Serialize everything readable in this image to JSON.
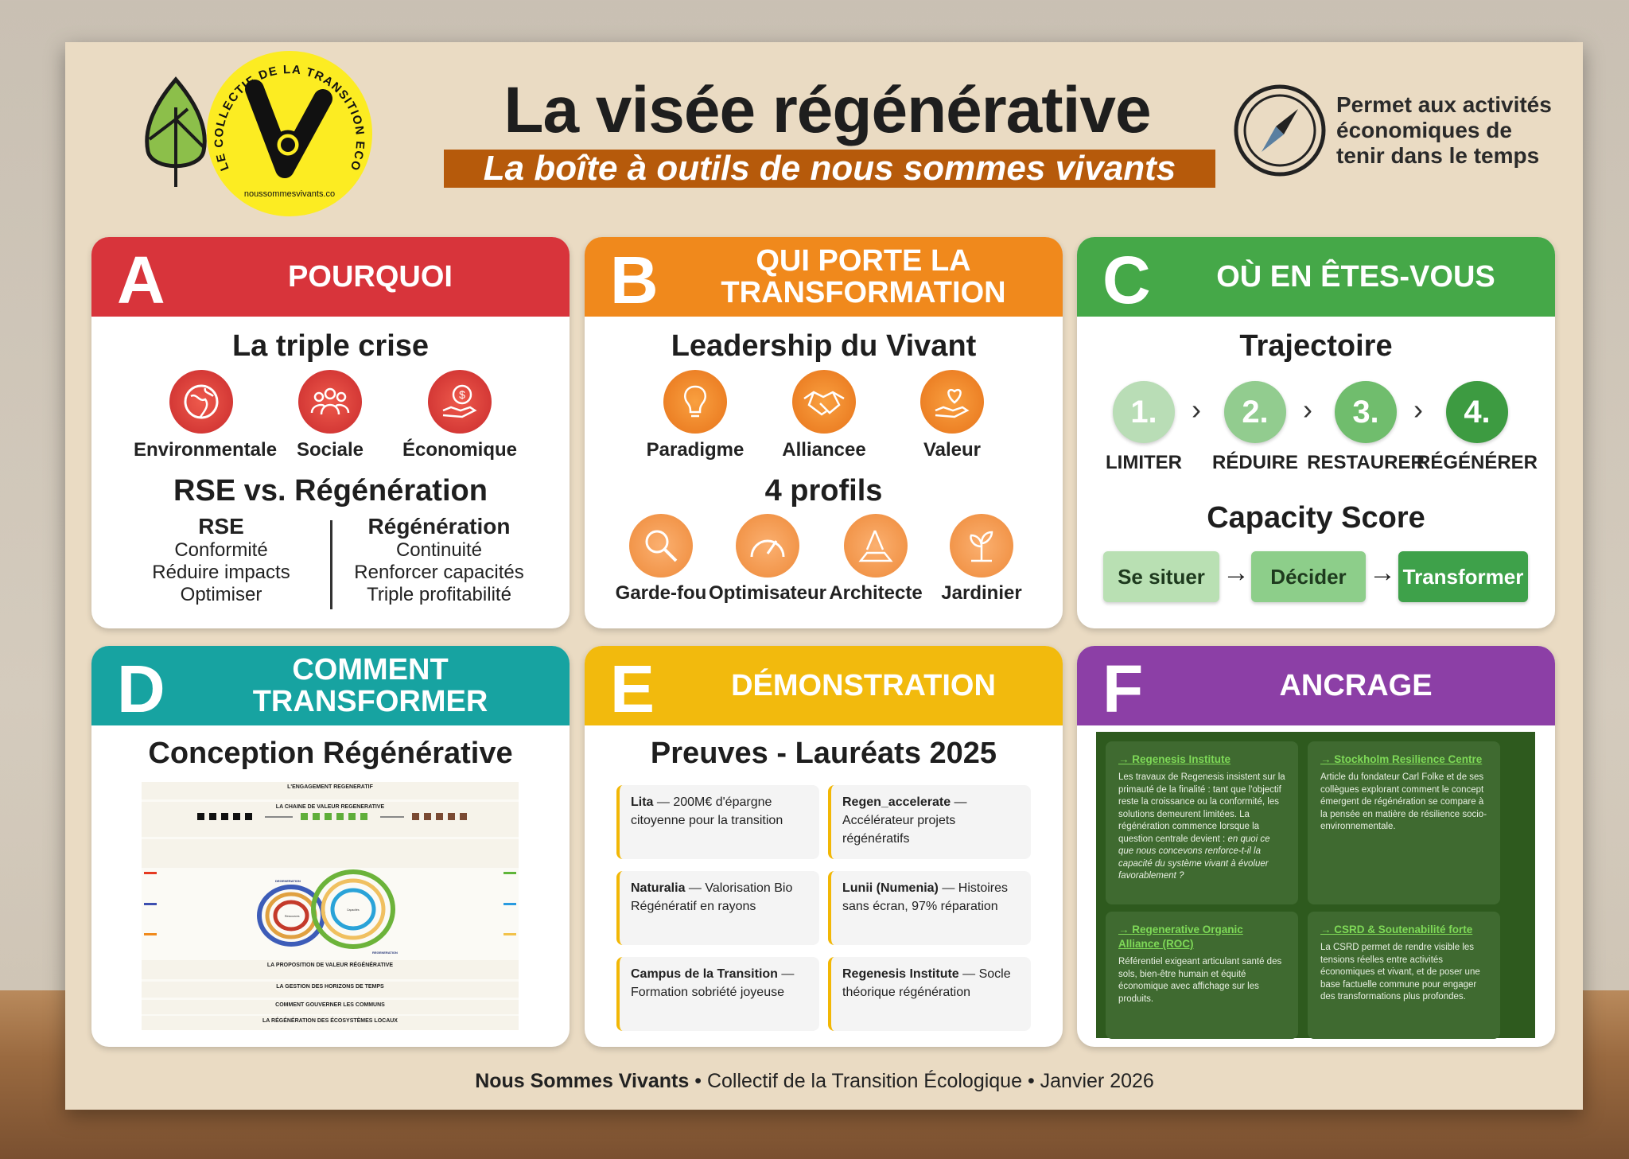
{
  "header": {
    "title": "La visée régénérative",
    "subtitle": "La boîte à outils de nous sommes vivants",
    "logo_ring_text": "LE COLLECTIF DE LA TRANSITION ECOLOGIQUE",
    "logo_url": "noussommesvivants.co",
    "tagline": [
      "Permet aux activités",
      "économiques de",
      "tenir dans le temps"
    ]
  },
  "colors": {
    "A": "#d8343b",
    "B": "#f0891c",
    "C": "#45a848",
    "D": "#17a3a1",
    "E": "#f2ba0d",
    "F": "#8c3fa6",
    "subtitle_bg": "#b65a0b",
    "logo_yellow": "#fcec22"
  },
  "panels": {
    "A": {
      "letter": "A",
      "title": "POURQUOI",
      "heading": "La triple crise",
      "icons": [
        {
          "label": "Environmentale",
          "icon": "globe-icon"
        },
        {
          "label": "Sociale",
          "icon": "people-icon"
        },
        {
          "label": "Économique",
          "icon": "money-hand-icon"
        }
      ],
      "heading2": "RSE vs. Régénération",
      "rse": {
        "title": "RSE",
        "items": [
          "Conformité",
          "Réduire impacts",
          "Optimiser"
        ]
      },
      "regen": {
        "title": "Régénération",
        "items": [
          "Continuité",
          "Renforcer capacités",
          "Triple profitabilité"
        ]
      }
    },
    "B": {
      "letter": "B",
      "title": "QUI PORTE LA TRANSFORMATION",
      "heading": "Leadership du Vivant",
      "icons": [
        {
          "label": "Paradigme",
          "icon": "lightbulb-icon"
        },
        {
          "label": "Alliancee",
          "icon": "handshake-icon"
        },
        {
          "label": "Valeur",
          "icon": "heart-hand-icon"
        }
      ],
      "heading2": "4 profils",
      "profiles": [
        {
          "label": "Garde-fou",
          "icon": "magnifier-icon"
        },
        {
          "label": "Optimisateur",
          "icon": "gauge-icon"
        },
        {
          "label": "Architecte",
          "icon": "architect-icon"
        },
        {
          "label": "Jardinier",
          "icon": "sprout-icon"
        }
      ]
    },
    "C": {
      "letter": "C",
      "title": "OÙ EN ÊTES-VOUS",
      "heading": "Trajectoire",
      "steps": [
        {
          "num": "1.",
          "label": "LIMITER"
        },
        {
          "num": "2.",
          "label": "RÉDUIRE"
        },
        {
          "num": "3.",
          "label": "RESTAURER"
        },
        {
          "num": "4.",
          "label": "RÉGÉNÉRER"
        }
      ],
      "heading2": "Capacity Score",
      "buttons": [
        "Se situer",
        "Décider",
        "Transformer"
      ]
    },
    "D": {
      "letter": "D",
      "title": "COMMENT TRANSFORMER",
      "heading": "Conception Régénérative",
      "diagram_sections": [
        "L'ENGAGEMENT REGENERATIF",
        "LA CHAINE DE VALEUR REGENERATIVE",
        "LA PROPOSITION DE VALEUR RÉGÉNÉRATIVE",
        "LA GESTION DES HORIZONS DE TEMPS",
        "COMMENT GOUVERNER LES COMMUNS",
        "LA RÉGÉNÉRATION DES ÉCOSYSTÈMES LOCAUX"
      ],
      "diagram_labels": {
        "degeneration": "DEGENERATION",
        "regeneration": "REGENERATION",
        "resources": "Ressources",
        "capacities": "Capacités"
      }
    },
    "E": {
      "letter": "E",
      "title": "DÉMONSTRATION",
      "heading": "Preuves - Lauréats 2025",
      "cards": [
        {
          "name": "Lita",
          "text": " — 200M€ d'épargne citoyenne pour la transition"
        },
        {
          "name": "Regen_accelerate",
          "text": " — Accélérateur projets régénératifs"
        },
        {
          "name": "Naturalia",
          "text": " — Valorisation Bio Régénératif en rayons"
        },
        {
          "name": "Lunii (Numenia)",
          "text": " — Histoires sans écran, 97% réparation"
        },
        {
          "name": "Campus de la Transition",
          "text": " — Formation sobriété joyeuse"
        },
        {
          "name": "Regenesis Institute",
          "text": " — Socle théorique régénération"
        }
      ]
    },
    "F": {
      "letter": "F",
      "title": "ANCRAGE",
      "cards": [
        {
          "title": "→ Regenesis Institute",
          "text": "Les travaux de Regenesis insistent sur la primauté de la finalité : tant que l'objectif reste la croissance ou la conformité, les solutions demeurent limitées. La régénération commence lorsque la question centrale devient : ",
          "italic": "en quoi ce que nous concevons renforce-t-il la capacité du système vivant à évoluer favorablement ?"
        },
        {
          "title": "→ Stockholm Resilience Centre",
          "text": "Article du fondateur Carl Folke et de ses collègues explorant comment le concept émergent de régénération se compare à la pensée en matière de résilience socio-environnementale."
        },
        {
          "title": "→ Regenerative Organic Alliance (ROC)",
          "text": "Référentiel exigeant articulant santé des sols, bien-être humain et équité économique avec affichage sur les produits."
        },
        {
          "title": "→ CSRD & Soutenabilité forte",
          "text": "La CSRD permet de rendre visible les tensions réelles entre activités économiques et vivant, et de poser une base factuelle commune pour engager des transformations plus profondes."
        }
      ]
    }
  },
  "footer": {
    "brand": "Nous Sommes Vivants",
    "sep": " • ",
    "org": "Collectif de la Transition Écologique",
    "date": "Janvier 2026"
  }
}
